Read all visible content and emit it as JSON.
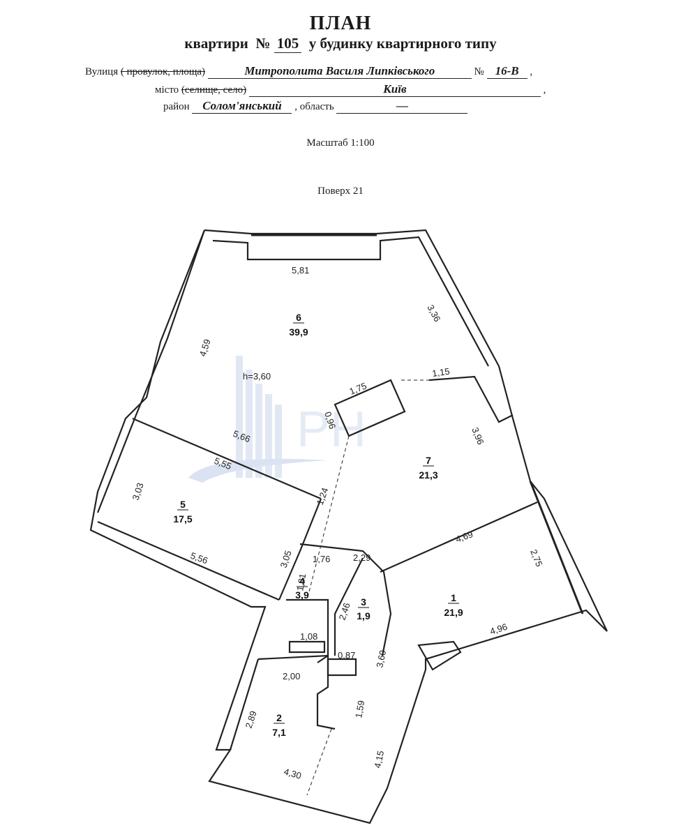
{
  "header": {
    "title": "ПЛАН",
    "sub_prefix": "квартири",
    "sub_num_label": "№",
    "apartment_no": "105",
    "sub_suffix": "у будинку квартирного типу"
  },
  "address": {
    "street_label": "Вулиця",
    "street_alt": "( провулок, площа)",
    "street_value": "Митрополита Василя Липківського",
    "house_label": "№",
    "house_value": "16-В",
    "city_label": "місто",
    "city_alt": "(селище, село)",
    "city_value": "Київ",
    "district_label": "район",
    "district_value": "Солом'янський",
    "region_label": ", область",
    "region_value": "—"
  },
  "scale": "Масштаб 1:100",
  "floor": "Поверх 21",
  "rooms": [
    {
      "num": "6",
      "area": "39,9"
    },
    {
      "num": "7",
      "area": "21,3"
    },
    {
      "num": "5",
      "area": "17,5"
    },
    {
      "num": "4",
      "area": "3,9"
    },
    {
      "num": "3",
      "area": "1,9"
    },
    {
      "num": "1",
      "area": "21,9"
    },
    {
      "num": "2",
      "area": "7,1"
    }
  ],
  "height": "h=3,60",
  "dims": [
    "5,81",
    "4,59",
    "3,36",
    "1,75",
    "1,15",
    "0,96",
    "5,66",
    "5,55",
    "3,96",
    "3,03",
    "1,24",
    "4,69",
    "2,75",
    "3,05",
    "5,56",
    "1,76",
    "2,29",
    "1,81",
    "2,46",
    "4,96",
    "1,08",
    "0,87",
    "3,60",
    "2,00",
    "1,59",
    "2,89",
    "4,15",
    "4,30"
  ],
  "watermark": "PH"
}
